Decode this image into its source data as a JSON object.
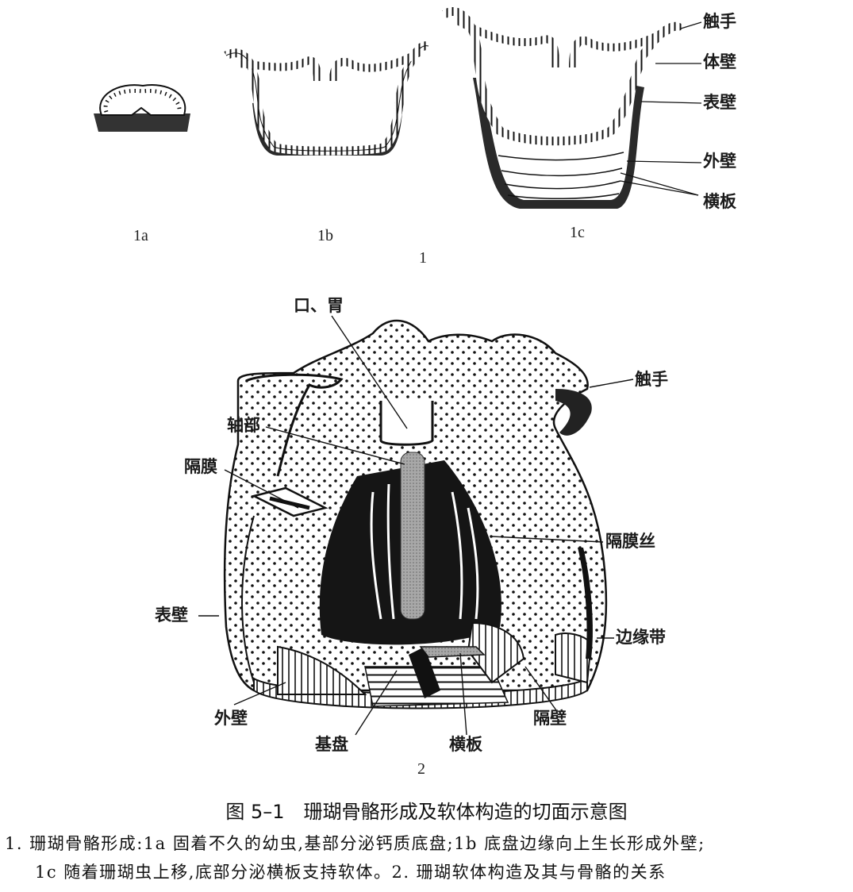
{
  "figure": {
    "part1": {
      "sublabels": [
        "1a",
        "1b",
        "1c"
      ],
      "group_label": "1",
      "annotations": [
        "触手",
        "体壁",
        "表壁",
        "外壁",
        "横板"
      ]
    },
    "part2": {
      "group_label": "2",
      "annotations": {
        "mouth_stomach": "口、胃",
        "tentacle": "触手",
        "axial": "轴部",
        "mesentery": "隔膜",
        "mesenterial_filament": "隔膜丝",
        "epitheca": "表壁",
        "edge_zone": "边缘带",
        "outer_wall": "外壁",
        "basal_plate": "基盘",
        "tabula": "横板",
        "septum": "隔壁"
      }
    },
    "caption": {
      "title": "图 5–1　珊瑚骨骼形成及软体构造的切面示意图",
      "line1": "1. 珊瑚骨骼形成:1a 固着不久的幼虫,基部分泌钙质底盘;1b 底盘边缘向上生长形成外壁;",
      "line2": "1c 随着珊瑚虫上移,底部分泌横板支持软体。2. 珊瑚软体构造及其与骨骼的关系"
    },
    "colors": {
      "ink": "#111111",
      "skeleton": "#2a2a2a",
      "axial_gray": "#9a9a9a",
      "background": "#ffffff"
    }
  }
}
